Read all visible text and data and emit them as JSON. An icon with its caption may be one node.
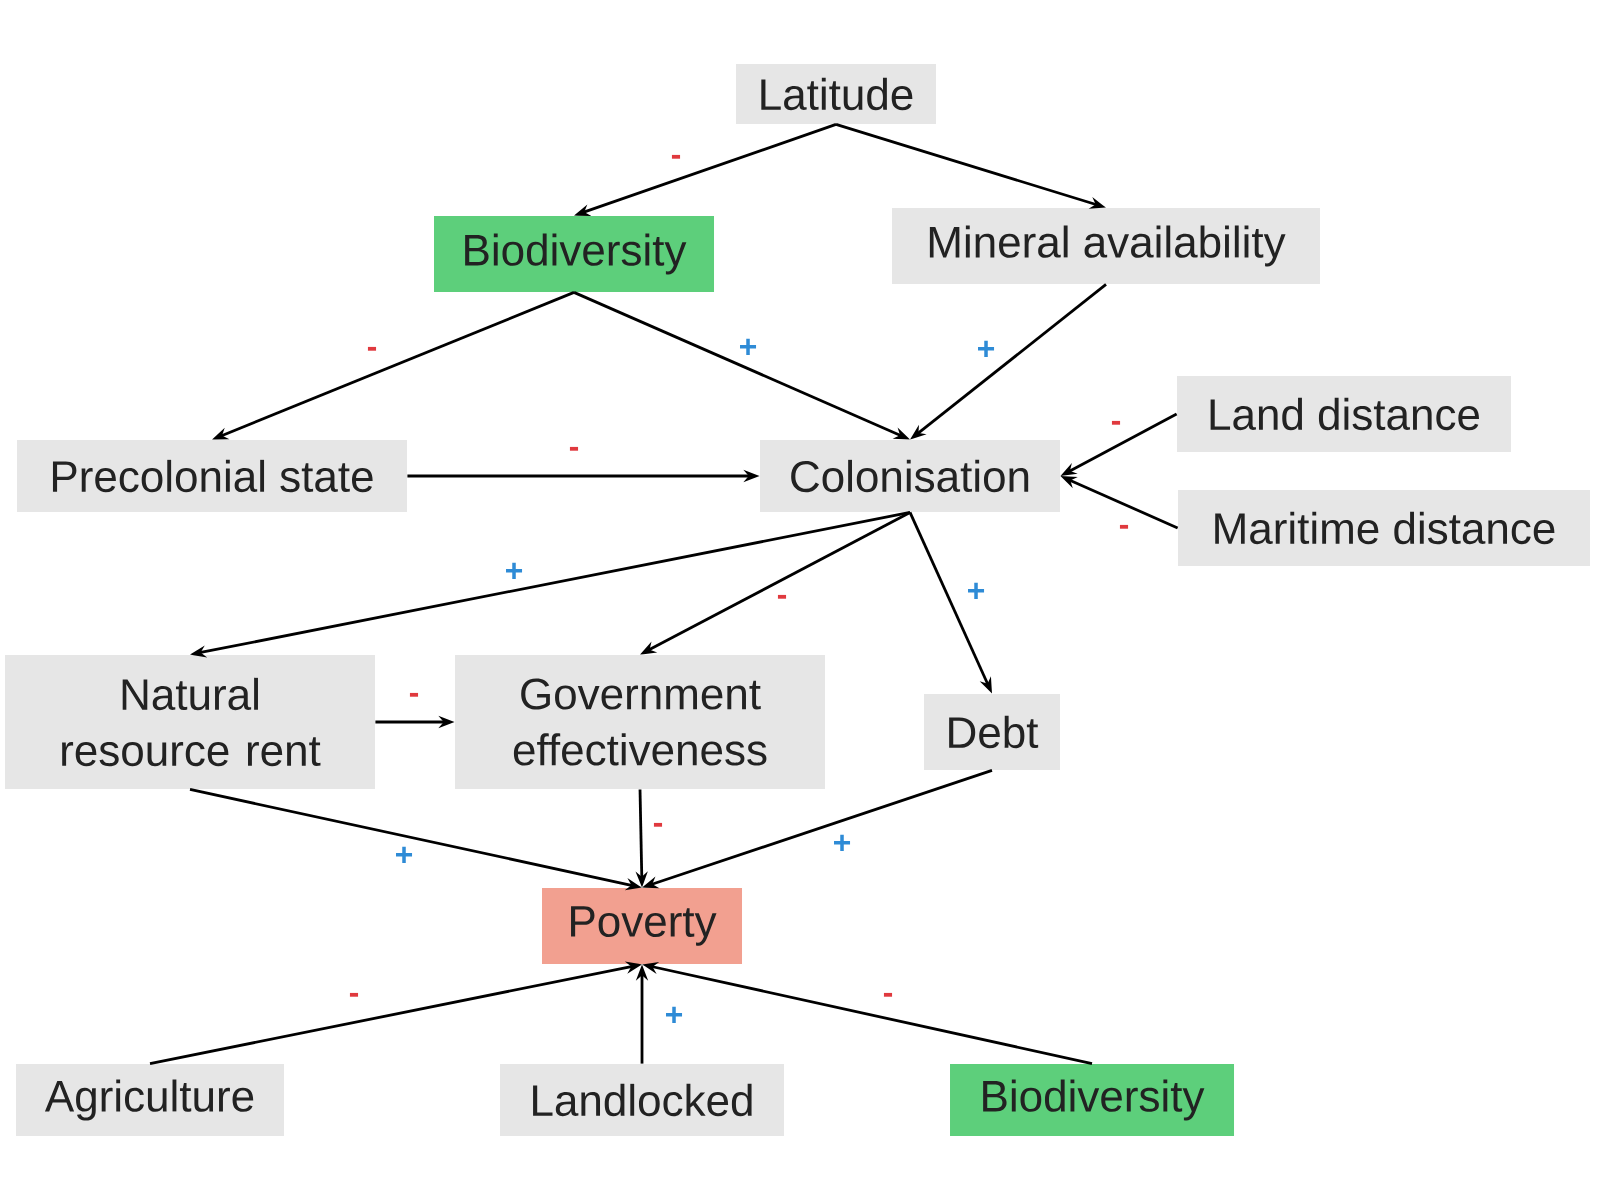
{
  "diagram": {
    "nodes": [
      {
        "text": [
          "Latitude"
        ]
      },
      {
        "text": [
          "Biodiversity"
        ]
      },
      {
        "text": [
          "Mineral availability"
        ]
      },
      {
        "text": [
          "Precolonial state"
        ]
      },
      {
        "text": [
          "Colonisation"
        ]
      },
      {
        "text": [
          "Land distance"
        ]
      },
      {
        "text": [
          "Maritime distance"
        ]
      },
      {
        "text": [
          "Natural resource rent"
        ]
      },
      {
        "text": [
          "Government effectiveness"
        ]
      },
      {
        "text": [
          "Debt"
        ]
      },
      {
        "text": [
          "Poverty"
        ]
      },
      {
        "text": [
          "Agriculture"
        ]
      },
      {
        "text": [
          "Landlocked"
        ]
      },
      {
        "text": [
          "Biodiversity"
        ]
      }
    ],
    "edges": [
      {
        "from": 0,
        "to": 1,
        "arrow": "to",
        "label": "-"
      },
      {
        "from": 0,
        "to": 2,
        "arrow": "to"
      },
      {
        "from": 1,
        "to": 3,
        "arrow": "to",
        "label": "-"
      },
      {
        "from": 1,
        "to": 4,
        "arrow": "to",
        "label": "+"
      },
      {
        "from": 2,
        "to": 4,
        "arrow": "to",
        "label": "+"
      },
      {
        "from": 3,
        "to": 4,
        "arrow": "to",
        "label": "-"
      },
      {
        "from": 5,
        "to": 4,
        "arrow": "to",
        "label": "-"
      },
      {
        "from": 6,
        "to": 4,
        "arrow": "to",
        "label": "-"
      },
      {
        "from": 4,
        "to": 7,
        "arrow": "to",
        "label": "+"
      },
      {
        "from": 4,
        "to": 8,
        "arrow": "to",
        "label": "-"
      },
      {
        "from": 4,
        "to": 9,
        "arrow": "to",
        "label": "+"
      },
      {
        "from": 7,
        "to": 8,
        "arrow": "to",
        "label": "-"
      },
      {
        "from": 7,
        "to": 10,
        "arrow": "to",
        "label": "+"
      },
      {
        "from": 8,
        "to": 10,
        "arrow": "to",
        "label": "-"
      },
      {
        "from": 9,
        "to": 10,
        "arrow": "to",
        "label": "+"
      },
      {
        "from": 11,
        "to": 10,
        "arrow": "to",
        "label": "-"
      },
      {
        "from": 12,
        "to": 10,
        "arrow": "to",
        "label": "+"
      },
      {
        "from": 13,
        "to": 10,
        "arrow": "to",
        "label": "-"
      }
    ]
  }
}
